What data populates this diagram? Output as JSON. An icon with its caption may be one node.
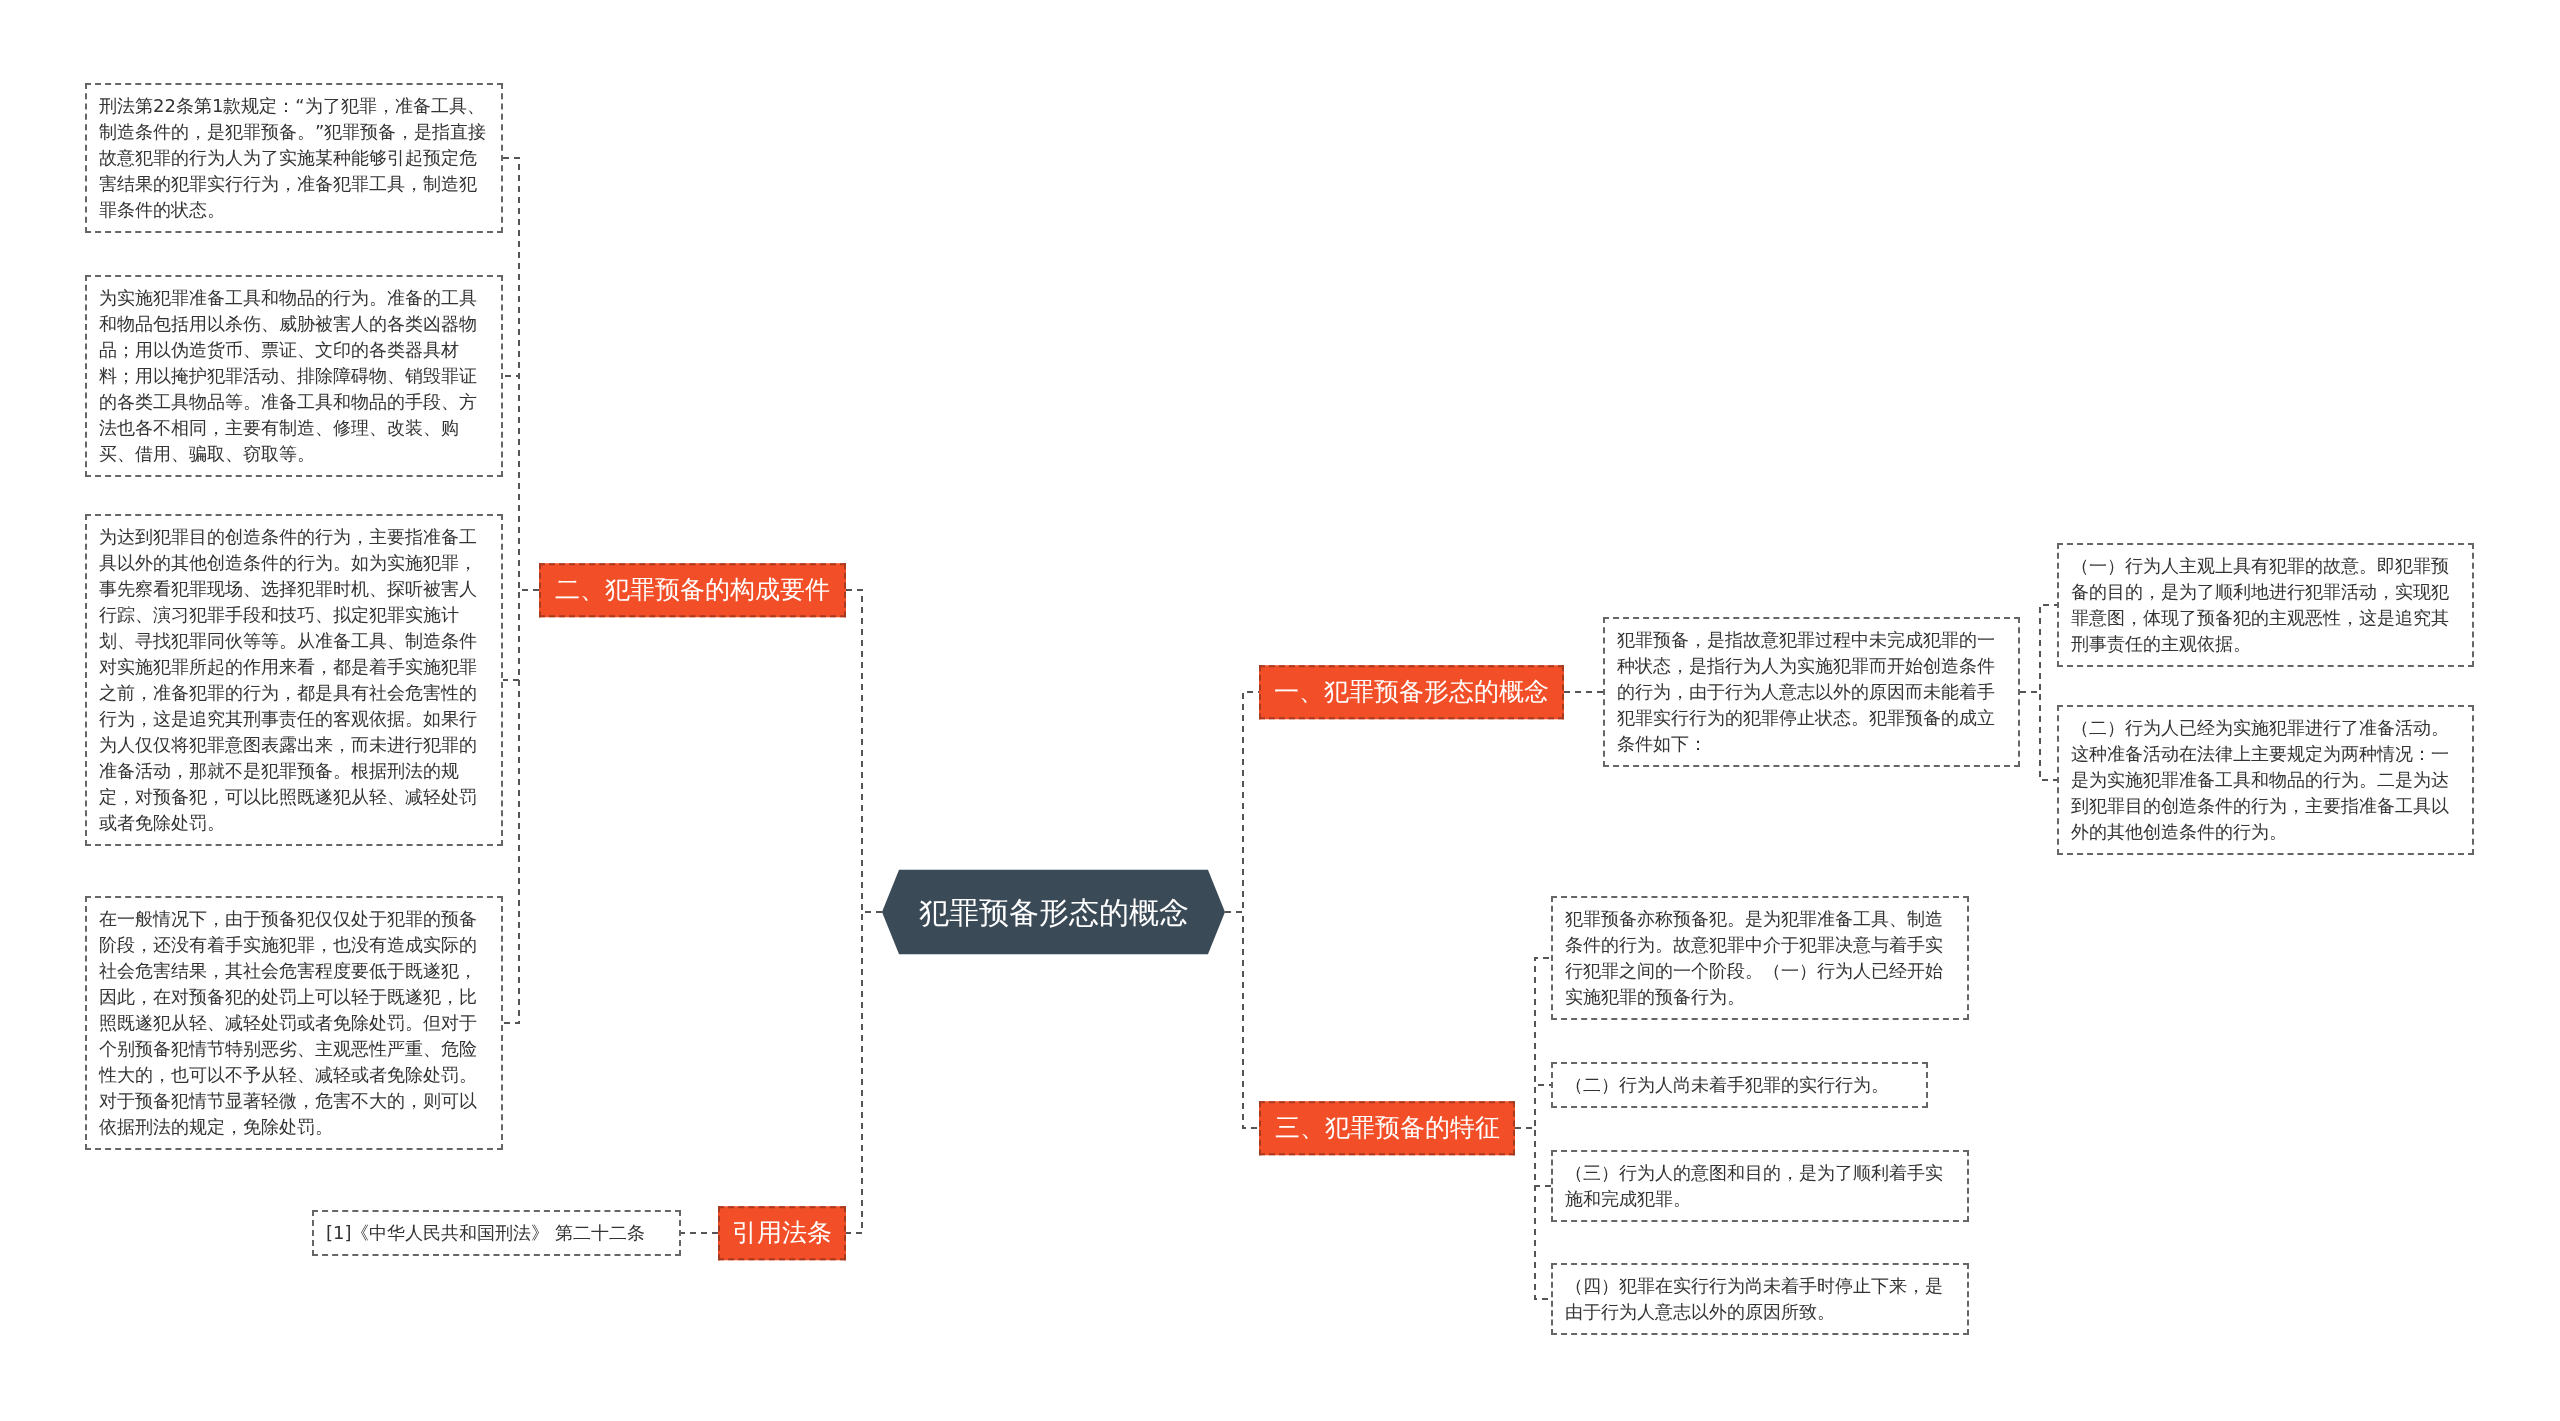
{
  "diagram": {
    "nodes": [
      {
        "text": [
          "犯罪预备形态的概念"
        ]
      },
      {
        "text": [
          "二、犯罪预备的构成要件"
        ]
      },
      {
        "text": [
          "刑法第22条第1款规定：“为了犯罪，准备工具、制造条件的，是犯罪预备。”犯罪预备，是指直接故意犯罪的行为人为了实施某种能够引起预定危害结果的犯罪实行行为，准备犯罪工具，制造犯罪条件的状态。"
        ]
      },
      {
        "text": [
          "为实施犯罪准备工具和物品的行为。准备的工具和物品包括用以杀伤、威胁被害人的各类凶器物品；用以伪造货币、票证、文印的各类器具材料；用以掩护犯罪活动、排除障碍物、销毁罪证的各类工具物品等。准备工具和物品的手段、方法也各不相同，主要有制造、修理、改装、购买、借用、骗取、窃取等。"
        ]
      },
      {
        "text": [
          "为达到犯罪目的创造条件的行为，主要指准备工具以外的其他创造条件的行为。如为实施犯罪，事先察看犯罪现场、选择犯罪时机、探听被害人行踪、演习犯罪手段和技巧、拟定犯罪实施计划、寻找犯罪同伙等等。从准备工具、制造条件对实施犯罪所起的作用来看，都是着手实施犯罪之前，准备犯罪的行为，都是具有社会危害性的行为，这是追究其刑事责任的客观依据。如果行为人仅仅将犯罪意图表露出来，而未进行犯罪的准备活动，那就不是犯罪预备。根据刑法的规定，对预备犯，可以比照既遂犯从轻、减轻处罚或者免除处罚。"
        ]
      },
      {
        "text": [
          "在一般情况下，由于预备犯仅仅处于犯罪的预备阶段，还没有着手实施犯罪，也没有造成实际的社会危害结果，其社会危害程度要低于既遂犯，因此，在对预备犯的处罚上可以轻于既遂犯，比照既遂犯从轻、减轻处罚或者免除处罚。但对于个别预备犯情节特别恶劣、主观恶性严重、危险性大的，也可以不予从轻、减轻或者免除处罚。对于预备犯情节显著轻微，危害不大的，则可以依据刑法的规定，免除处罚。"
        ]
      },
      {
        "text": [
          "引用法条"
        ]
      },
      {
        "text": [
          "[1]《中华人民共和国刑法》 第二十二条"
        ]
      },
      {
        "text": [
          "一、犯罪预备形态的概念"
        ]
      },
      {
        "text": [
          "犯罪预备，是指故意犯罪过程中未完成犯罪的一种状态，是指行为人为实施犯罪而开始创造条件的行为，由于行为人意志以外的原因而未能着手犯罪实行行为的犯罪停止状态。犯罪预备的成立条件如下："
        ]
      },
      {
        "text": [
          "（一）行为人主观上具有犯罪的故意。即犯罪预备的目的，是为了顺利地进行犯罪活动，实现犯罪意图，体现了预备犯的主观恶性，这是追究其刑事责任的主观依据。"
        ]
      },
      {
        "text": [
          "（二）行为人已经为实施犯罪进行了准备活动。这种准备活动在法律上主要规定为两种情况：一是为实施犯罪准备工具和物品的行为。二是为达到犯罪目的创造条件的行为，主要指准备工具以外的其他创造条件的行为。"
        ]
      },
      {
        "text": [
          "三、犯罪预备的特征"
        ]
      },
      {
        "text": [
          "犯罪预备亦称预备犯。是为犯罪准备工具、制造条件的行为。故意犯罪中介于犯罪决意与着手实行犯罪之间的一个阶段。（一）行为人已经开始实施犯罪的预备行为。"
        ]
      },
      {
        "text": [
          "（二）行为人尚未着手犯罪的实行行为。"
        ]
      },
      {
        "text": [
          "（三）行为人的意图和目的，是为了顺利着手实施和完成犯罪。"
        ]
      },
      {
        "text": [
          "（四）犯罪在实行行为尚未着手时停止下来，是由于行为人意志以外的原因所致。"
        ]
      }
    ],
    "edges": [
      {
        "from": 0,
        "to": 1,
        "arrow": "none"
      },
      {
        "from": 1,
        "to": 2,
        "arrow": "none"
      },
      {
        "from": 1,
        "to": 3,
        "arrow": "none"
      },
      {
        "from": 1,
        "to": 4,
        "arrow": "none"
      },
      {
        "from": 1,
        "to": 5,
        "arrow": "none"
      },
      {
        "from": 0,
        "to": 6,
        "arrow": "none"
      },
      {
        "from": 6,
        "to": 7,
        "arrow": "none"
      },
      {
        "from": 0,
        "to": 8,
        "arrow": "none"
      },
      {
        "from": 8,
        "to": 9,
        "arrow": "none"
      },
      {
        "from": 9,
        "to": 10,
        "arrow": "none"
      },
      {
        "from": 9,
        "to": 11,
        "arrow": "none"
      },
      {
        "from": 0,
        "to": 12,
        "arrow": "none"
      },
      {
        "from": 12,
        "to": 13,
        "arrow": "none"
      },
      {
        "from": 12,
        "to": 14,
        "arrow": "none"
      },
      {
        "from": 12,
        "to": 15,
        "arrow": "none"
      },
      {
        "from": 12,
        "to": 16,
        "arrow": "none"
      }
    ]
  }
}
